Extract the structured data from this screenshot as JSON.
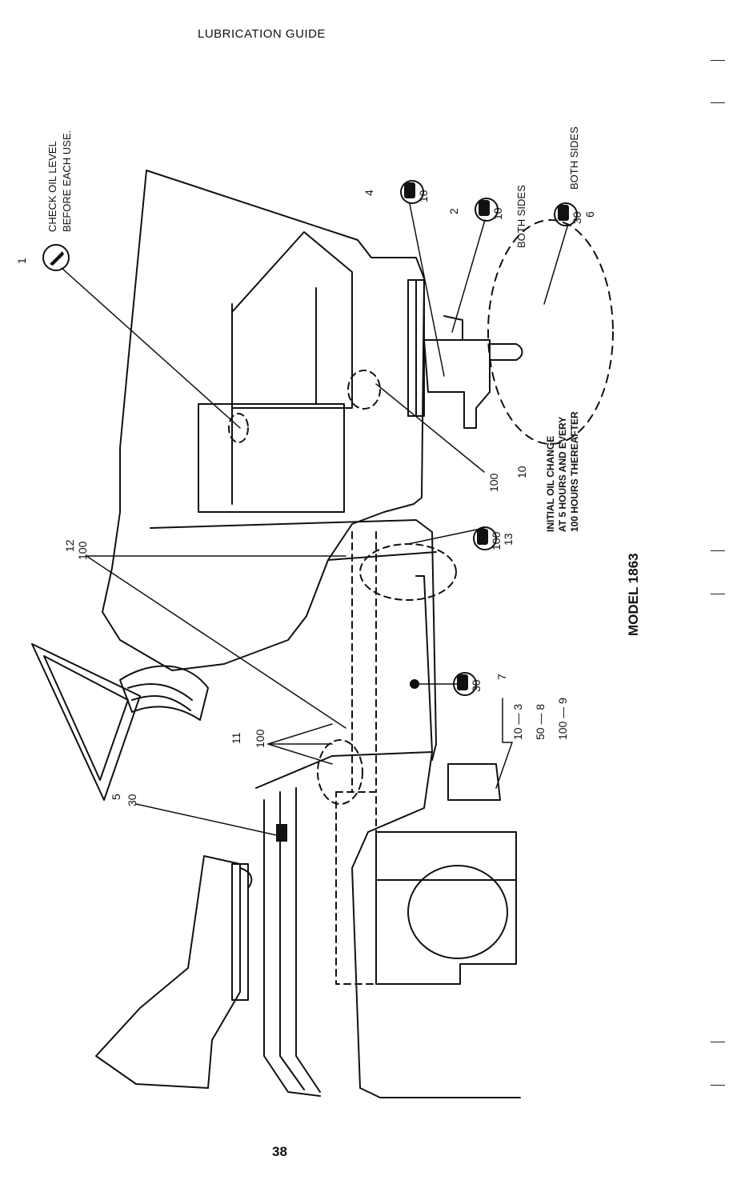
{
  "page": {
    "header": "LUBRICATION GUIDE",
    "page_number": "38"
  },
  "diagram": {
    "model": "MODEL 1863",
    "note_check_oil_1": "CHECK OIL LEVEL",
    "note_check_oil_2": "BEFORE EACH USE.",
    "note_oil_change_1": "INITIAL OIL CHANGE",
    "note_oil_change_2": "AT 5 HOURS AND EVERY",
    "note_oil_change_3": "100 HOURS THEREAFTER",
    "both_sides_a": "BOTH SIDES",
    "both_sides_b": "BOTH SIDES",
    "callouts": [
      {
        "number": "1",
        "interval": ""
      },
      {
        "number": "2",
        "interval": "10"
      },
      {
        "number": "4",
        "interval": "10"
      },
      {
        "number": "6",
        "interval": "30"
      },
      {
        "number": "10",
        "interval": "100"
      },
      {
        "number": "13",
        "interval": "100"
      },
      {
        "number": "7",
        "interval": "30"
      },
      {
        "number": "12",
        "interval": "100"
      },
      {
        "number": "11",
        "interval": "100"
      },
      {
        "number": "5",
        "interval": "30"
      }
    ],
    "group_3": "10 — 3",
    "group_8": "50 — 8",
    "group_9": "100 — 9"
  },
  "colors": {
    "ink": "#111111",
    "paper": "#ffffff"
  }
}
